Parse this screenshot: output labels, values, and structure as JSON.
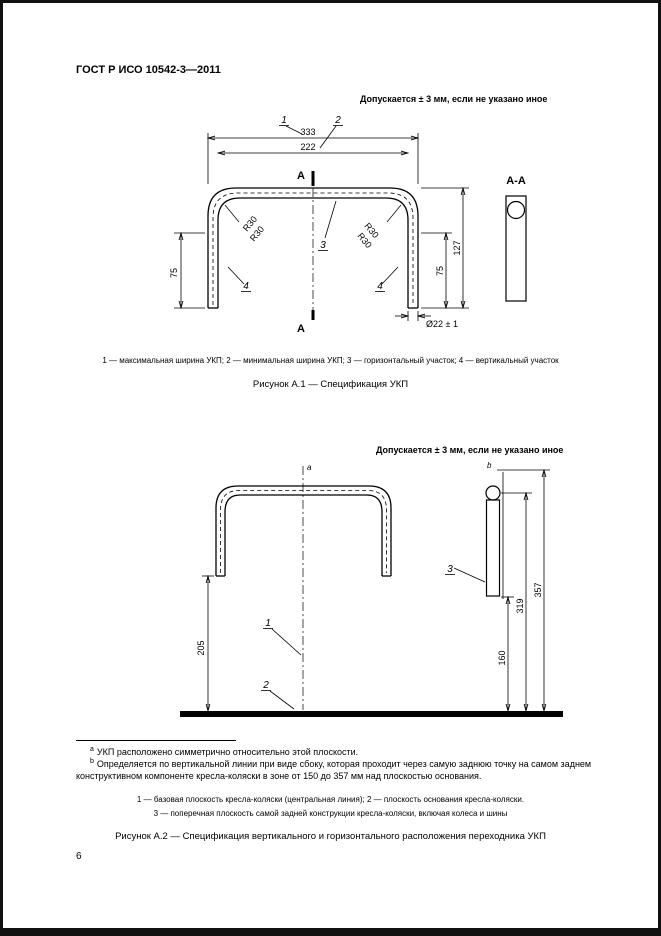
{
  "page": {
    "header": "ГОСТ Р ИСО 10542-3—2011",
    "page_number": "6"
  },
  "figure_a1": {
    "tolerance_note": "Допускается ± 3 мм, если не указано иное",
    "labels": {
      "l1": "1",
      "l2": "2",
      "l3": "3",
      "l4": "4"
    },
    "dims": {
      "width_max": "333",
      "width_min": "222",
      "leg_left": "75",
      "leg_right": "75",
      "height": "127",
      "tube": "Ø22 ± 1",
      "radius": "R30"
    },
    "section": {
      "cut": "А",
      "view": "А-А"
    },
    "caption": "1 — максимальная ширина УКП; 2 — минимальная ширина УКП; 3 — горизонтальный участок; 4 — вертикальный участок",
    "title": "Рисунок А.1 — Спецификация УКП"
  },
  "figure_a2": {
    "tolerance_note": "Допускается ± 3 мм, если не указано иное",
    "labels": {
      "a": "a",
      "b": "b",
      "l1": "1",
      "l2": "2",
      "l3": "3"
    },
    "dims": {
      "leg_ground": "205",
      "rear_low": "160",
      "rear_mid": "319",
      "rear_top": "357"
    },
    "footnotes": {
      "a_marker": "a",
      "a_text": "УКП расположено симметрично относительно этой плоскости.",
      "b_marker": "b",
      "b_text": "Определяется по вертикальной линии при виде сбоку, которая проходит через самую заднюю точку на самом заднем конструктивном компоненте кресла-коляски в зоне от 150 до 357 мм над плоскостью основания."
    },
    "caption_line1": "1 — базовая плоскость кресла-коляски (центральная линия); 2 — плоскость основания кресла-коляски.",
    "caption_line2": "3 — поперечная плоскость самой задней конструкции кресла-коляски, включая колеса и шины",
    "title": "Рисунок А.2 — Спецификация вертикального и горизонтального расположения переходника УКП"
  }
}
